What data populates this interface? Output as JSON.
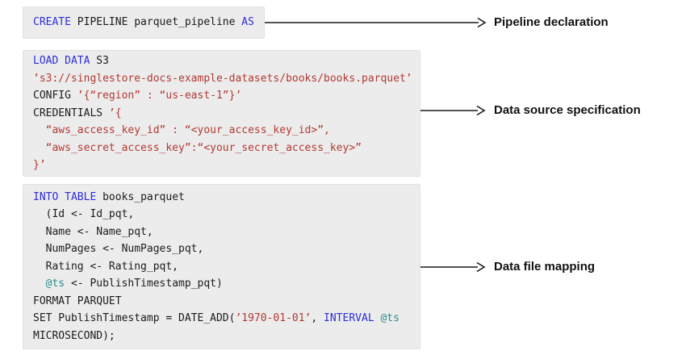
{
  "colors": {
    "keyword": "#2d2ddb",
    "string": "#b13a33",
    "variable": "#2a8b8b",
    "code_text": "#1c1c1c",
    "block_bg": "#ececec",
    "block_border": "#e0e0e0",
    "label_text": "#111111",
    "arrow": "#1a1a1a",
    "page_bg": "#ffffff"
  },
  "blocks": [
    {
      "id": "pipeline-declaration",
      "annotation": "Pipeline declaration",
      "arrow_icon": "right-arrow",
      "lines": [
        [
          {
            "c": "kw",
            "t": "CREATE"
          },
          {
            "c": "pl",
            "t": " PIPELINE parquet_pipeline "
          },
          {
            "c": "kw",
            "t": "AS"
          }
        ]
      ]
    },
    {
      "id": "data-source-specification",
      "annotation": "Data source specification",
      "arrow_icon": "right-arrow",
      "lines": [
        [
          {
            "c": "kw",
            "t": "LOAD DATA"
          },
          {
            "c": "pl",
            "t": " S3"
          }
        ],
        [
          {
            "c": "str",
            "t": "’s3://singlestore-docs-example-datasets/books/books.parquet’"
          }
        ],
        [
          {
            "c": "pl",
            "t": "CONFIG "
          },
          {
            "c": "str",
            "t": "’{“region” : “us-east-1”}’"
          }
        ],
        [
          {
            "c": "pl",
            "t": "CREDENTIALS "
          },
          {
            "c": "str",
            "t": "’{"
          }
        ],
        [
          {
            "c": "str",
            "t": "  “aws_access_key_id” : “<your_access_key_id>”,"
          }
        ],
        [
          {
            "c": "str",
            "t": "  “aws_secret_access_key”:“<your_secret_access_key>”"
          }
        ],
        [
          {
            "c": "str",
            "t": "}’"
          }
        ]
      ]
    },
    {
      "id": "data-file-mapping",
      "annotation": "Data file mapping",
      "arrow_icon": "right-arrow",
      "lines": [
        [
          {
            "c": "kw",
            "t": "INTO TABLE"
          },
          {
            "c": "pl",
            "t": " books_parquet"
          }
        ],
        [
          {
            "c": "pl",
            "t": "  (Id <- Id_pqt,"
          }
        ],
        [
          {
            "c": "pl",
            "t": "  Name <- Name_pqt,"
          }
        ],
        [
          {
            "c": "pl",
            "t": "  NumPages <- NumPages_pqt,"
          }
        ],
        [
          {
            "c": "pl",
            "t": "  Rating <- Rating_pqt,"
          }
        ],
        [
          {
            "c": "pl",
            "t": "  "
          },
          {
            "c": "var",
            "t": "@ts"
          },
          {
            "c": "pl",
            "t": " <- PublishTimestamp_pqt)"
          }
        ],
        [
          {
            "c": "pl",
            "t": "FORMAT PARQUET"
          }
        ],
        [
          {
            "c": "pl",
            "t": "SET PublishTimestamp = DATE_ADD("
          },
          {
            "c": "str",
            "t": "’1970-01-01’"
          },
          {
            "c": "pl",
            "t": ", "
          },
          {
            "c": "kw",
            "t": "INTERVAL"
          },
          {
            "c": "pl",
            "t": " "
          },
          {
            "c": "var",
            "t": "@ts"
          }
        ],
        [
          {
            "c": "pl",
            "t": "MICROSECOND);"
          }
        ]
      ]
    }
  ]
}
